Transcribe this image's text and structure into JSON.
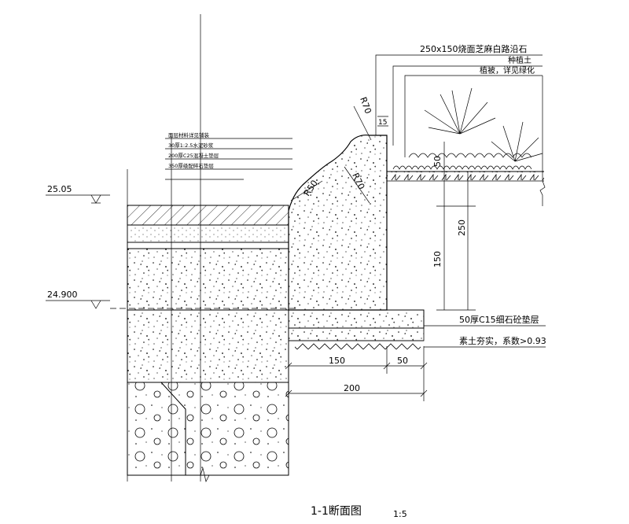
{
  "title": "1-1断面图",
  "scale": "1:5",
  "elevations": {
    "top": "25.05",
    "lower": "24.900"
  },
  "layer_notes": [
    "面层材料详见铺装",
    "30厚1:2.5水泥砂浆",
    "200厚C25混凝土垫层",
    "350厚级配碎石垫层"
  ],
  "callouts": {
    "curb": "250x150烧面芝麻白路沿石",
    "soil": "种植土",
    "planting": "植被，详见绿化",
    "cushion": "50厚C15细石砼垫层",
    "subgrade": "素土夯实，系数>0.93"
  },
  "radii": {
    "top": "R70",
    "right": "R70",
    "left": "R50"
  },
  "dims": {
    "top_small": "15",
    "v50": "50",
    "v250": "250",
    "v150": "150",
    "h150": "150",
    "h50": "50",
    "h200": "200"
  }
}
